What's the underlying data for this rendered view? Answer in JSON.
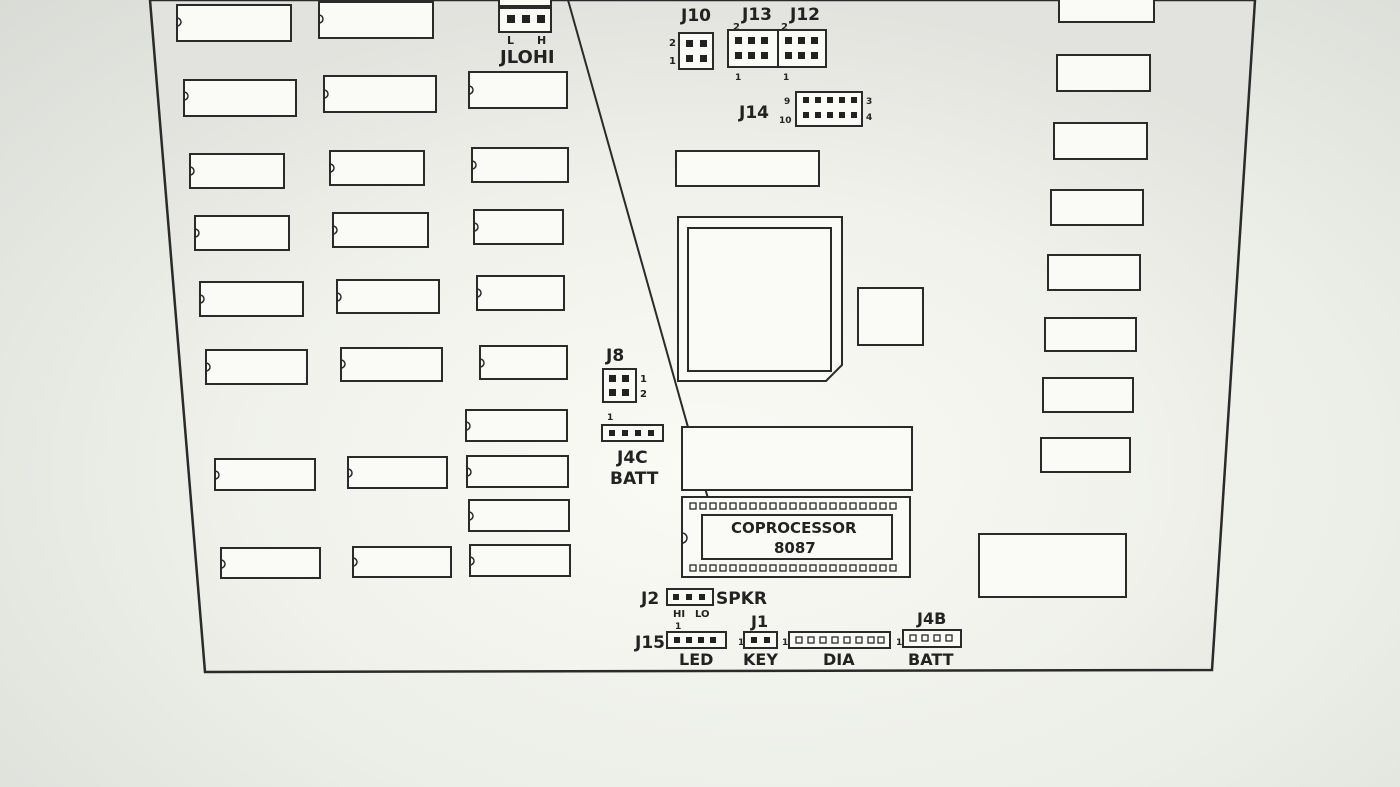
{
  "diagram": {
    "ink": "#2a2a2a",
    "paper": "#f3f4ef",
    "labels": {
      "jlohi": "JLOHI",
      "jumper_l": "L",
      "jumper_h": "H",
      "j10": "J10",
      "j13": "J13",
      "j12": "J12",
      "j10_pin2": "2",
      "j10_pin1": "1",
      "j13_pin2": "2",
      "j12_pin2": "2",
      "j13_pin1": "1",
      "j12_pin1": "1",
      "j14": "J14",
      "j14_pin9": "9",
      "j14_pin10": "10",
      "j14_pin3": "3",
      "j14_pin4": "4",
      "j8": "J8",
      "j8_pin1": "1",
      "j8_pin2": "2",
      "j4c_pin1": "1",
      "j4c": "J4C",
      "j4c_batt": "BATT",
      "coprocessor": "COPROCESSOR",
      "coprocessor_part": "8087",
      "j2": "J2",
      "spkr": "SPKR",
      "j2_hi": "HI",
      "j2_lo": "LO",
      "j1": "J1",
      "j48": "J4B",
      "j15": "J15",
      "j15_pin1": "1",
      "j1_pin1": "1",
      "dia_pin1": "1",
      "j48_pin1": "1",
      "led": "LED",
      "key": "KEY",
      "dia": "DIA",
      "batt": "BATT"
    }
  }
}
